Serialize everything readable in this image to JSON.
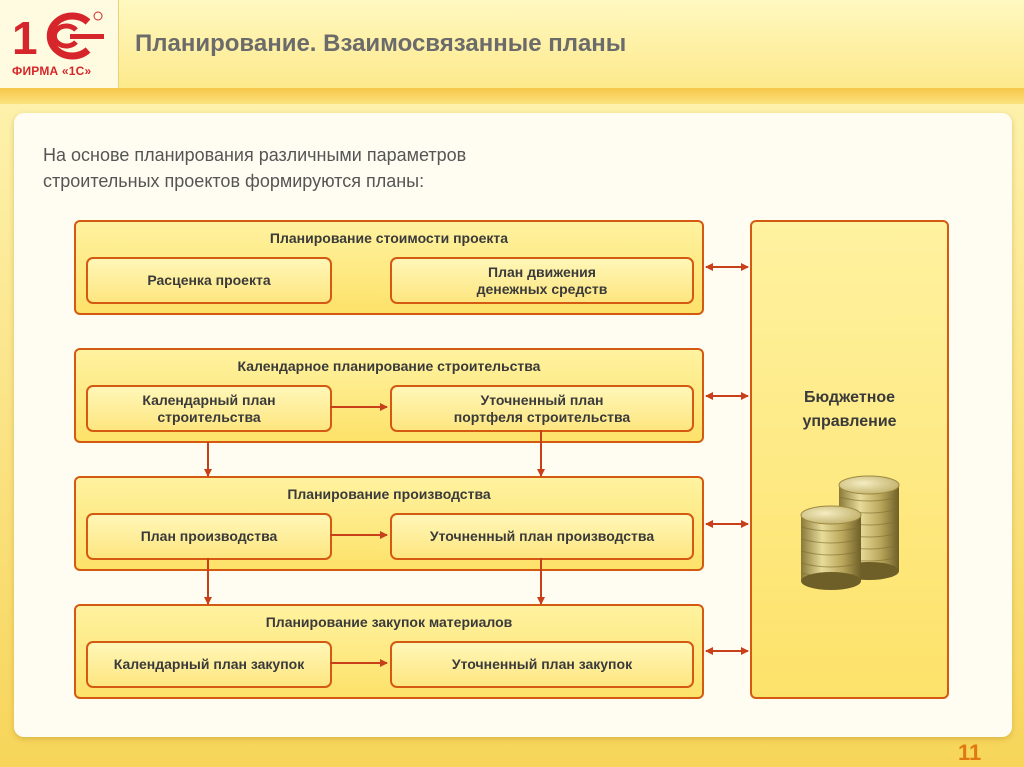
{
  "header": {
    "logo_text": "ФИРМА «1С»",
    "title": "Планирование. Взаимосвязанные планы"
  },
  "intro": {
    "line1": "На основе планирования различными параметров",
    "line2": "строительных проектов формируются планы:"
  },
  "groups": [
    {
      "title": "Планирование  стоимости  проекта",
      "items": [
        {
          "line1": "Расценка проекта",
          "line2": ""
        },
        {
          "line1": "План движения",
          "line2": "денежных средств"
        }
      ]
    },
    {
      "title": "Календарное планирование строительства",
      "items": [
        {
          "line1": "Календарный план",
          "line2": "строительства"
        },
        {
          "line1": "Уточненный план",
          "line2": "портфеля строительства"
        }
      ]
    },
    {
      "title": "Планирование производства",
      "items": [
        {
          "line1": "План производства",
          "line2": ""
        },
        {
          "line1": "Уточненный план производства",
          "line2": ""
        }
      ]
    },
    {
      "title": "Планирование закупок материалов",
      "items": [
        {
          "line1": "Календарный план закупок",
          "line2": ""
        },
        {
          "line1": "Уточненный план закупок",
          "line2": ""
        }
      ]
    }
  ],
  "budget": {
    "line1": "Бюджетное",
    "line2": "управление",
    "icon": "coins-icon"
  },
  "page_number": "11",
  "colors": {
    "border": "#d45a12",
    "arrow": "#c8401a",
    "logo_red": "#d6262b",
    "page_number": "#e07a10"
  }
}
